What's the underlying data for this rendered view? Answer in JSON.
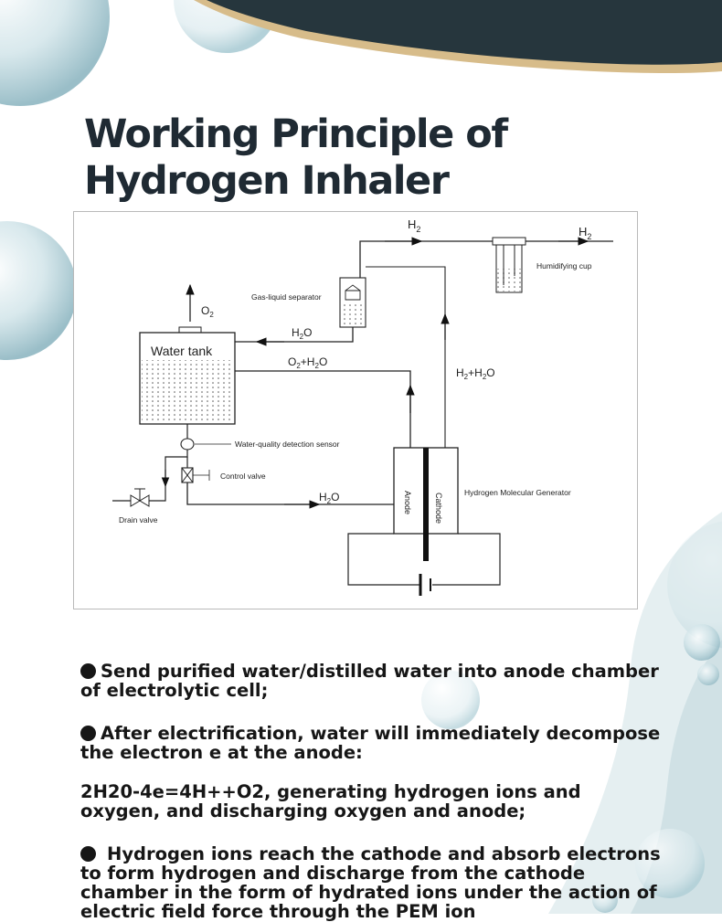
{
  "title": {
    "line1": "Working Principle of",
    "line2": "Hydrogen Inhaler"
  },
  "diagram": {
    "h2_top": "H",
    "h2_top_sub": "2",
    "h2_out": "H",
    "h2_out_sub": "2",
    "humidifying_cup": "Humidifying cup",
    "gas_liquid_separator": "Gas-liquid separator",
    "o2": "O",
    "o2_sub": "2",
    "h2o_return": "H",
    "h2o_return_sub": "2",
    "h2o_return_tail": "O",
    "water_tank": "Water tank",
    "o2_h2o": "O",
    "o2_h2o_sub": "2",
    "o2_h2o_tail": "+H",
    "o2_h2o_sub2": "2",
    "o2_h2o_tail2": "O",
    "h2_h2o": "H",
    "h2_h2o_sub": "2",
    "h2_h2o_tail": "+H",
    "h2_h2o_sub2": "2",
    "h2_h2o_tail2": "O",
    "water_quality_sensor": "Water-quality detection sensor",
    "control_valve": "Control valve",
    "h2o_feed": "H",
    "h2o_feed_sub": "2",
    "h2o_feed_tail": "O",
    "drain_valve": "Drain valve",
    "anode": "Anode",
    "cathode": "Cathode",
    "generator": "Hydrogen Molecular Generator"
  },
  "body": {
    "p1": "Send purified water/distilled water into anode chamber of electrolytic cell;",
    "p2": "After electrification, water will immediately decompose the electron e at the anode:",
    "p3": "2H20-4e=4H++O2, generating hydrogen ions and oxygen, and discharging oxygen and anode;",
    "p4": "Hydrogen ions reach the cathode and absorb electrons to form hydrogen and discharge from the cathode chamber in the form of hydrated ions under the action of electric field force through the PEM ion"
  },
  "colors": {
    "header_band": "#26363d",
    "gold_accent": "#d7bc8a",
    "title_text": "#1f2a33",
    "bubble": "#9fc5cf"
  }
}
